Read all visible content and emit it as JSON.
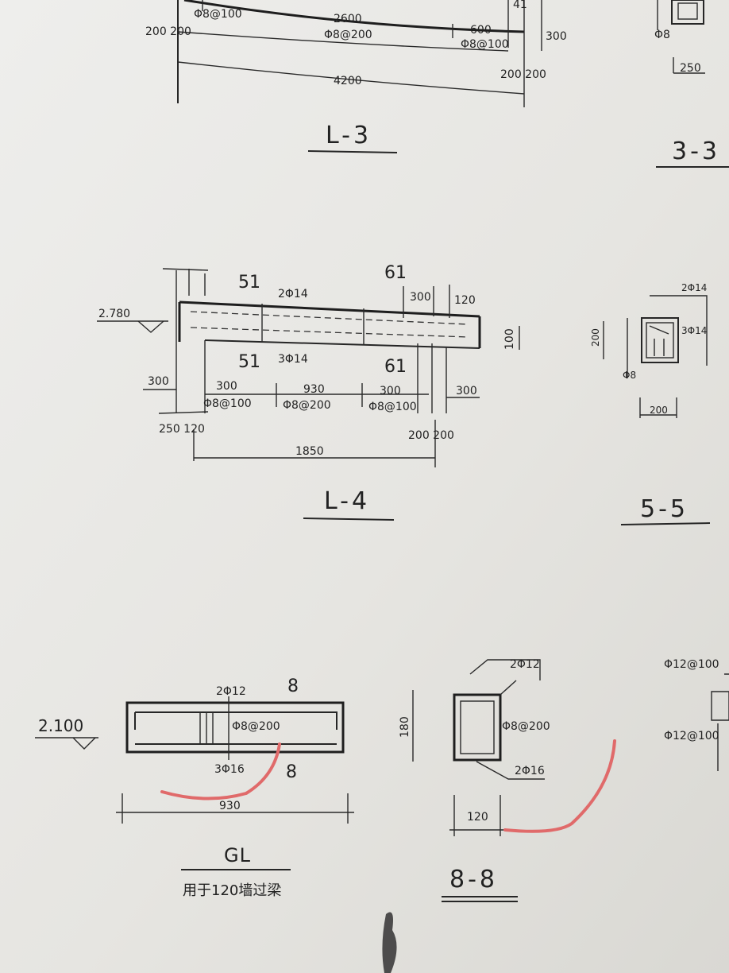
{
  "l3": {
    "title": "L-3",
    "stirrup_top": "Φ8@100",
    "mid_len": "2600",
    "mid_stirrup": "Φ8@200",
    "right_len": "600",
    "right_stirrup": "Φ8@100",
    "top_small": "41",
    "left_support": "200 200",
    "right_support": "200 200",
    "dim_300": "300",
    "total": "4200"
  },
  "sec33": {
    "title": "3-3",
    "width": "250",
    "stirrup": "Φ8"
  },
  "l4": {
    "title": "L-4",
    "elev": "2.780",
    "top_left_label": "51",
    "top_right_label": "61",
    "top_rebar": "2Φ14",
    "bot_left_label": "51",
    "bot_right_label": "61",
    "bot_rebar": "3Φ14",
    "d300_top": "300",
    "d120": "120",
    "d100": "100",
    "d300_left": "300",
    "s1_len": "300",
    "s1_stirrup": "Φ8@100",
    "s2_len": "930",
    "s2_stirrup": "Φ8@200",
    "s3_len": "300",
    "s3_stirrup": "Φ8@100",
    "d300_right": "300",
    "left_support": "250 120",
    "right_support": "200 200",
    "total": "1850"
  },
  "sec55": {
    "title": "5-5",
    "top": "2Φ14",
    "bot": "3Φ14",
    "height": "200",
    "stirrup": "Φ8",
    "width": "200"
  },
  "gl": {
    "title": "GL",
    "subtitle": "用于120墙过梁",
    "elev": "2.100",
    "top_rebar": "2Φ12",
    "sec_mark_top": "8",
    "sec_mark_bot": "8",
    "stirrup": "Φ8@200",
    "bot_rebar": "3Φ16",
    "total": "930"
  },
  "sec88": {
    "title": "8-8",
    "top": "2Φ12",
    "stirrup": "Φ8@200",
    "bot": "2Φ16",
    "height": "180",
    "width": "120"
  },
  "partial": {
    "top": "Φ12@100",
    "bot": "Φ12@100"
  }
}
